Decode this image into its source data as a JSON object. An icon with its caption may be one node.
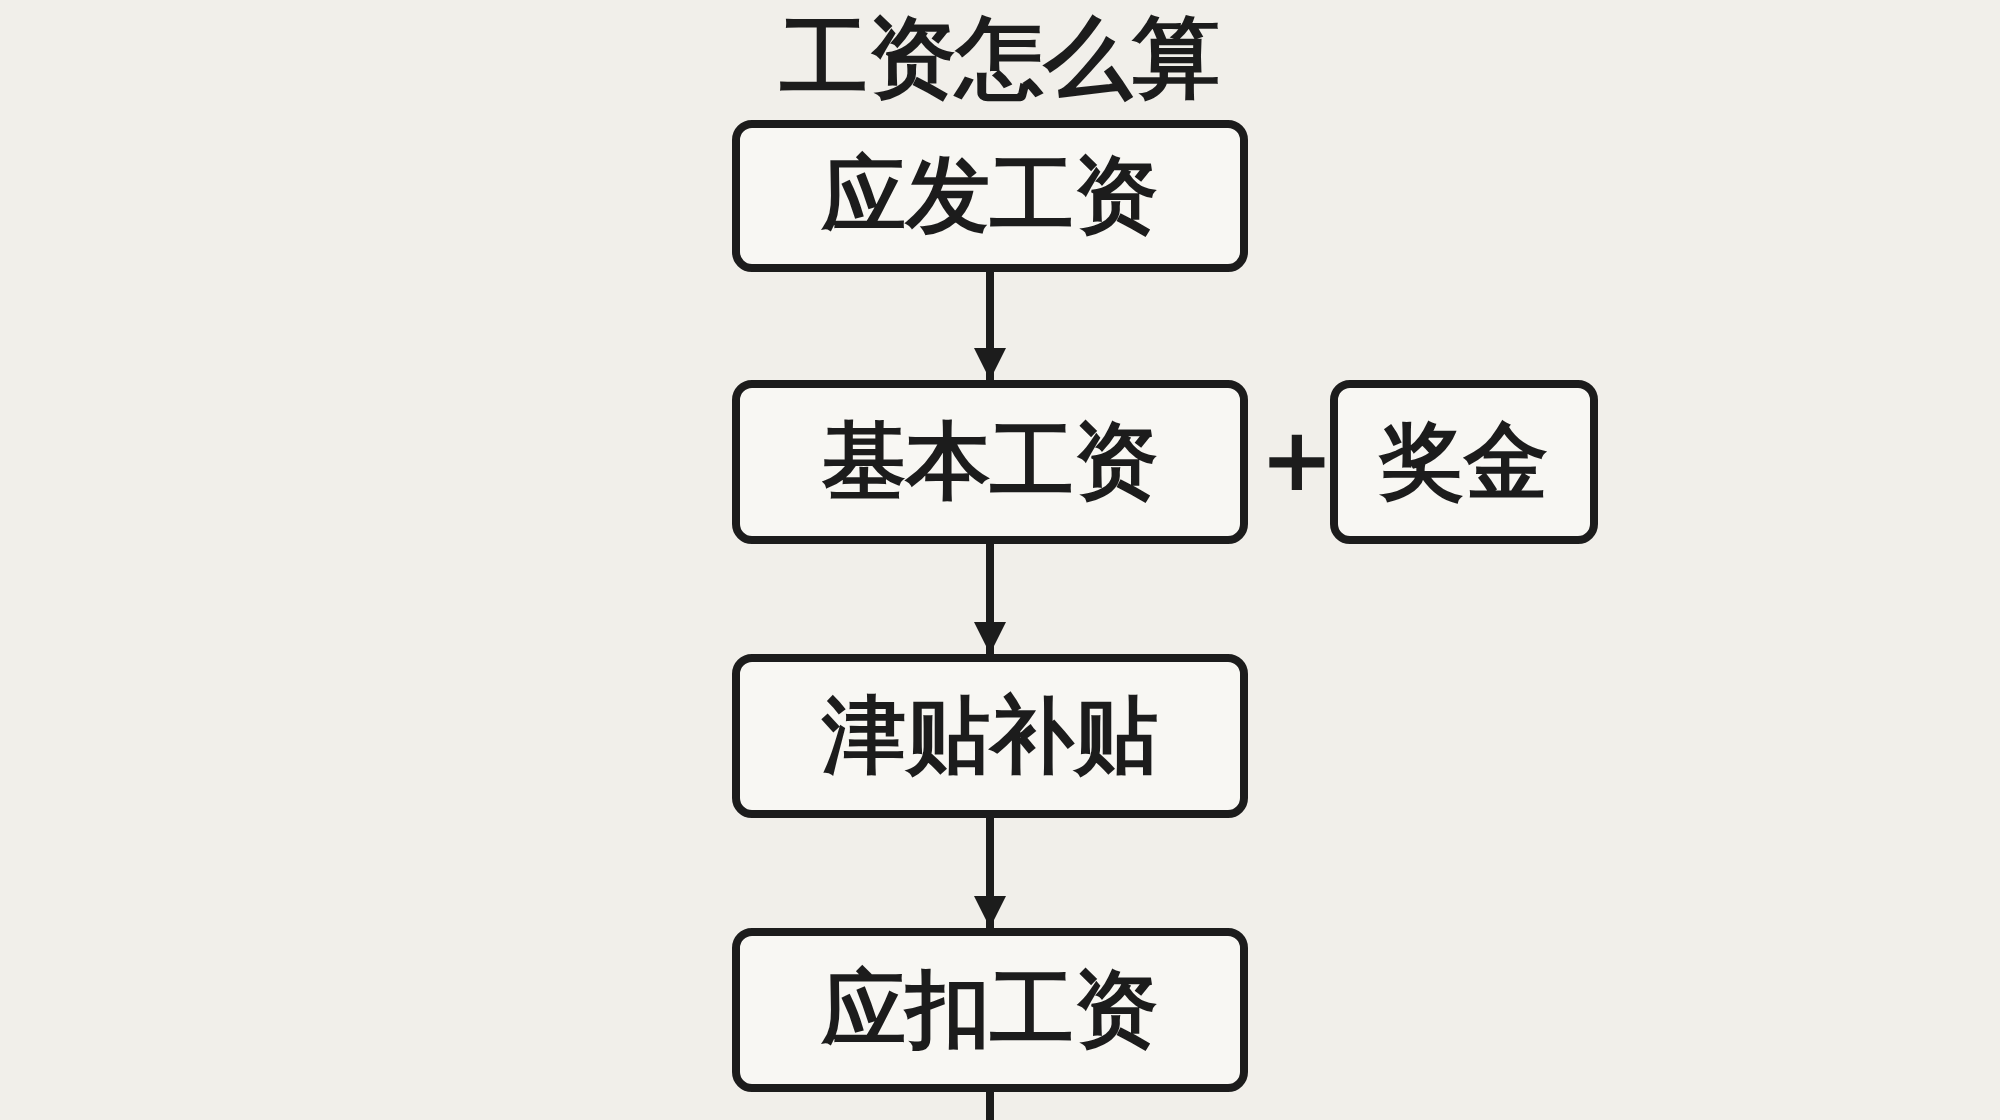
{
  "diagram": {
    "title": "工资怎么算",
    "nodes": [
      {
        "text": [
          "应发工资"
        ]
      },
      {
        "text": [
          "基本工资"
        ]
      },
      {
        "text": [
          "奖金"
        ]
      },
      {
        "text": [
          "津贴补贴"
        ]
      },
      {
        "text": [
          "应扣工资"
        ]
      }
    ],
    "edges": [
      {
        "from": 0,
        "to": 1,
        "arrow": "to"
      },
      {
        "from": 1,
        "to": 3,
        "arrow": "to"
      },
      {
        "from": 3,
        "to": 4,
        "arrow": "to"
      },
      {
        "from": 4,
        "to": null,
        "arrow": "none"
      }
    ],
    "labels": [
      "+"
    ]
  }
}
